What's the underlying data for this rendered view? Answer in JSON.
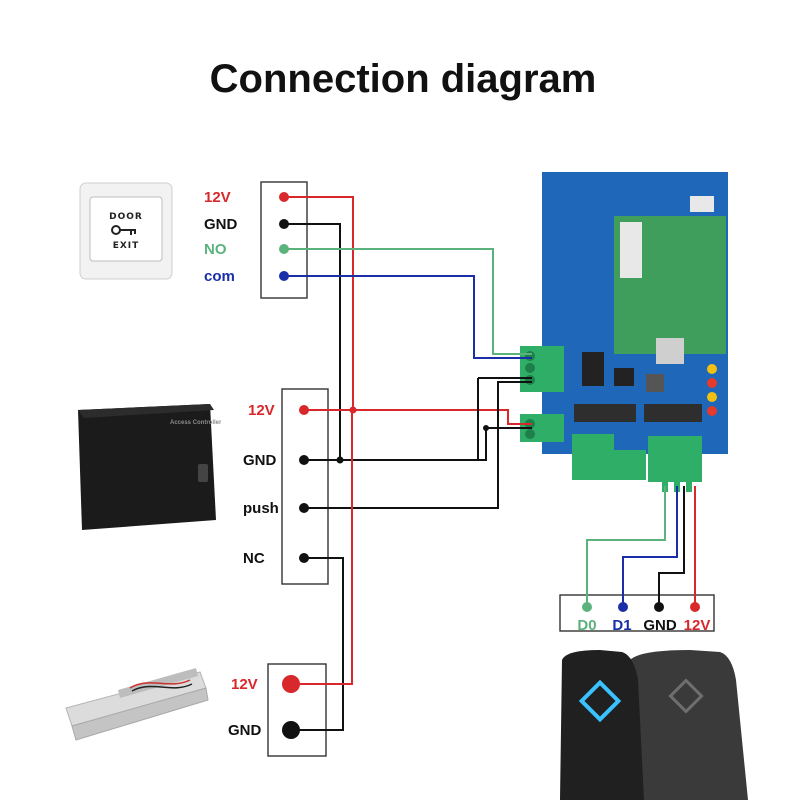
{
  "title": "Connection diagram",
  "colors": {
    "red": "#d8282b",
    "black": "#111111",
    "green": "#5cb27d",
    "blue": "#1a2ea8",
    "board": "#1f67b8",
    "module": "#3f9e5b",
    "terminal": "#2fae68"
  },
  "exit_button": {
    "plate_top": "DOOR",
    "plate_bottom": "EXIT",
    "pins": [
      {
        "label": "12V",
        "color": "red"
      },
      {
        "label": "GND",
        "color": "black"
      },
      {
        "label": "NO",
        "color": "green"
      },
      {
        "label": "com",
        "color": "blue"
      }
    ]
  },
  "power_supply": {
    "pins": [
      {
        "label": "12V",
        "color": "red"
      },
      {
        "label": "GND",
        "color": "black"
      },
      {
        "label": "push",
        "color": "black"
      },
      {
        "label": "NC",
        "color": "black"
      }
    ]
  },
  "maglock": {
    "pins": [
      {
        "label": "12V",
        "color": "red"
      },
      {
        "label": "GND",
        "color": "black"
      }
    ]
  },
  "reader": {
    "pins": [
      {
        "label": "D0",
        "color": "green"
      },
      {
        "label": "D1",
        "color": "blue"
      },
      {
        "label": "GND",
        "color": "black"
      },
      {
        "label": "12V",
        "color": "red"
      }
    ]
  },
  "icons": [
    "door-exit-button-icon",
    "power-supply-box-icon",
    "magnetic-lock-icon",
    "controller-board-icon",
    "card-reader-icon",
    "key-icon"
  ]
}
